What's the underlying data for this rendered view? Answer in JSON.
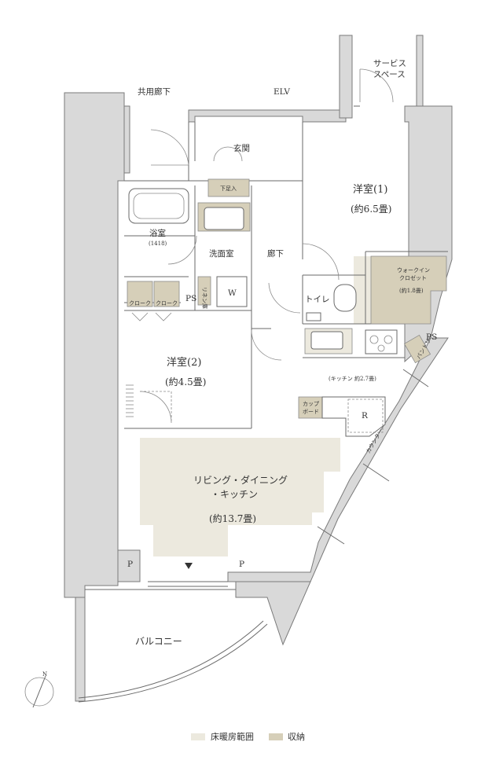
{
  "colors": {
    "heated_floor": "#ece9de",
    "storage": "#d6cfb9",
    "wall": "#d9d9d9",
    "line": "#6a6a6a"
  },
  "labels": {
    "common_corridor": "共用廊下",
    "elv": "ELV",
    "service_space_line1": "サービス",
    "service_space_line2": "スペース",
    "entrance": "玄関",
    "shoe_box": "下足入",
    "western1_name": "洋室(1)",
    "western1_size": "(約6.5畳)",
    "bathroom": "浴室",
    "bathroom_size": "(1418)",
    "washroom": "洗面室",
    "hallway": "廊下",
    "linen": "リネン庫",
    "washer": "W",
    "ps_left": "PS",
    "closet1": "クローク",
    "closet2": "クローク",
    "toilet": "トイレ",
    "walkin_line1": "ウォークイン",
    "walkin_line2": "クロゼット",
    "walkin_size": "(約1.8畳)",
    "ps_right": "PS",
    "pantry": "パントリー",
    "western2_name": "洋室(2)",
    "western2_size": "(約4.5畳)",
    "kitchen_size": "(キッチン 約2.7畳)",
    "cupboard_line1": "カップ",
    "cupboard_line2": "ボード",
    "fridge": "R",
    "counter": "カウンター",
    "ldk_line1": "リビング・ダイニング",
    "ldk_line2": "・キッチン",
    "ldk_size": "(約13.7畳)",
    "pipe_left": "P",
    "pipe_right": "P",
    "balcony": "バルコニー",
    "north": "N"
  },
  "legend": {
    "heated": "床暖房範囲",
    "storage": "収納"
  }
}
